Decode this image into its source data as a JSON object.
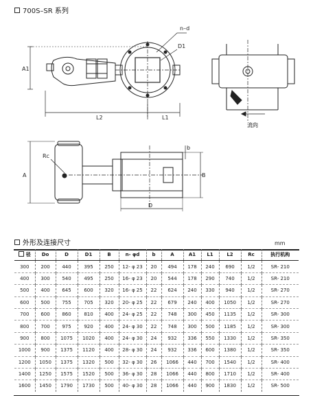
{
  "title": "700S–SR 系列",
  "section2_title": "外形及连接尺寸",
  "unit": "mm",
  "drawing_labels": {
    "nd": "n–d",
    "d1": "D1",
    "a1": "A1",
    "l2": "L2",
    "l1": "L1",
    "flow": "流向",
    "rc": "Rc",
    "a": "A",
    "b_small": "b",
    "b": "B",
    "d": "D"
  },
  "table": {
    "columns": [
      "径",
      "Do",
      "D",
      "D1",
      "B",
      "n- φd",
      "b",
      "A",
      "A1",
      "L1",
      "L2",
      "Rc",
      "执行机构"
    ],
    "rows": [
      [
        "300",
        "200",
        "440",
        "395",
        "250",
        "12- φ 23",
        "20",
        "494",
        "178",
        "240",
        "690",
        "1/2",
        "SR- 210"
      ],
      [
        "400",
        "300",
        "540",
        "495",
        "250",
        "16- φ 23",
        "20",
        "544",
        "178",
        "290",
        "740",
        "1/2",
        "SR- 210"
      ],
      [
        "500",
        "400",
        "645",
        "600",
        "320",
        "16- φ 25",
        "22",
        "624",
        "240",
        "330",
        "940",
        "1/2",
        "SR- 270"
      ],
      [
        "600",
        "500",
        "755",
        "705",
        "320",
        "20- φ 25",
        "22",
        "679",
        "240",
        "400",
        "1050",
        "1/2",
        "SR- 270"
      ],
      [
        "700",
        "600",
        "860",
        "810",
        "400",
        "24- φ 25",
        "22",
        "748",
        "300",
        "450",
        "1135",
        "1/2",
        "SR- 300"
      ],
      [
        "800",
        "700",
        "975",
        "920",
        "400",
        "24- φ 30",
        "22",
        "748",
        "300",
        "500",
        "1185",
        "1/2",
        "SR- 300"
      ],
      [
        "900",
        "800",
        "1075",
        "1020",
        "400",
        "24- φ 30",
        "24",
        "932",
        "336",
        "550",
        "1330",
        "1/2",
        "SR- 350"
      ],
      [
        "1000",
        "900",
        "1375",
        "1120",
        "400",
        "28- φ 30",
        "24",
        "932",
        "336",
        "600",
        "1380",
        "1/2",
        "SR- 350"
      ],
      [
        "1200",
        "1050",
        "1375",
        "1320",
        "500",
        "32- φ 30",
        "26",
        "1066",
        "440",
        "700",
        "1540",
        "1/2",
        "SR- 400"
      ],
      [
        "1400",
        "1250",
        "1575",
        "1520",
        "500",
        "36- φ 30",
        "28",
        "1066",
        "440",
        "800",
        "1710",
        "1/2",
        "SR- 400"
      ],
      [
        "1600",
        "1450",
        "1790",
        "1730",
        "500",
        "40- φ 30",
        "28",
        "1066",
        "440",
        "900",
        "1830",
        "1/2",
        "SR- 500"
      ]
    ]
  }
}
